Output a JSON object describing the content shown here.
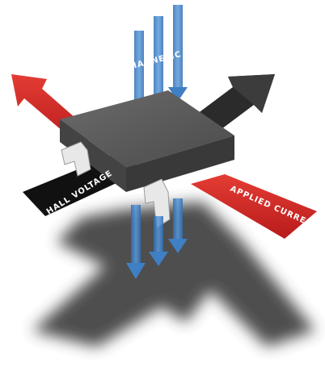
{
  "labels": {
    "magnetic_flux": "MAGNETIC FLUX",
    "hall_voltage": "HALL VOLTAGE",
    "applied_current": "APPLIED CURRENT"
  },
  "colors": {
    "background": "#ffffff",
    "flux_arrow": "#3f7fc4",
    "current_arrow": "#d42a2a",
    "dark_arrow": "#2b2b2b",
    "hall_band": "#111111",
    "chip_top": "#5a5959",
    "chip_side": "#3a3939",
    "lead": "#e8e8e8",
    "shadow": "#3a3a3a",
    "label_text": "#ffffff"
  },
  "icons": {
    "sensor": "hall-effect-chip-icon",
    "flux": "down-arrow-icon",
    "current": "right-arrow-icon",
    "voltage": "left-arrow-icon"
  }
}
